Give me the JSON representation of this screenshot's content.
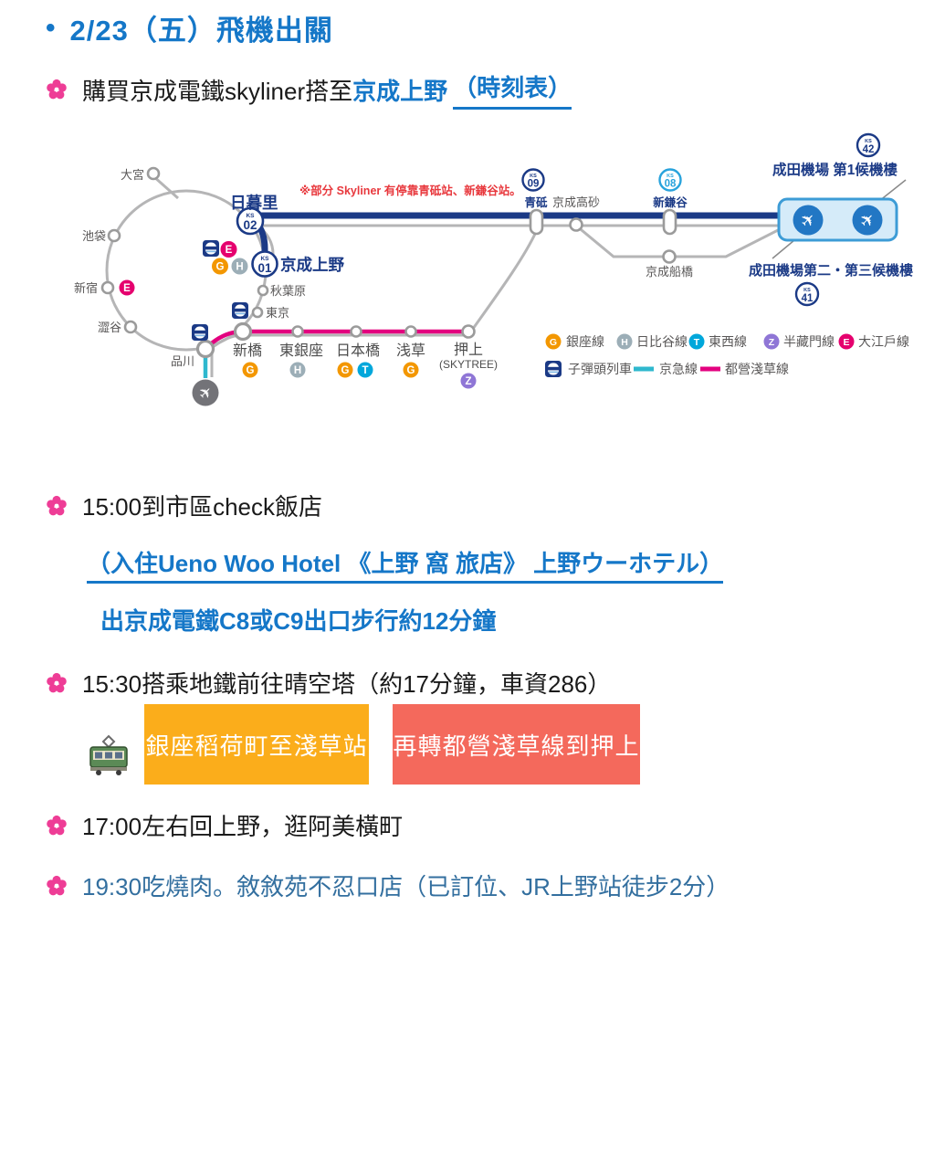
{
  "page": {
    "bullet": "•",
    "title": "2/23（五）飛機出關"
  },
  "rows": {
    "buy_prefix": "購買京成電鐵skyliner搭至",
    "buy_link": "京成上野",
    "buy_timetable": "（時刻表）",
    "checkin": "15:00到市區check飯店",
    "hotel": "（入住Ueno Woo Hotel 《上野 窩 旅店》 上野ウーホテル）",
    "exit": "出京成電鐵C8或C9出口步行約12分鐘",
    "skytree": "15:30搭乘地鐵前往晴空塔（約17分鐘，車資286）",
    "transfer_box1": "銀座稻荷町至淺草站",
    "transfer_box2": "再轉都營淺草線到押上",
    "ameyoko": "17:00左右回上野，逛阿美橫町",
    "dinner": "19:30吃燒肉。敘敘苑不忍口店（已訂位、JR上野站徒步2分）"
  },
  "map": {
    "note": "※部分 Skyliner 有停靠青砥站、新鎌谷站。",
    "ks": "KS",
    "badges": {
      "ks01": "01",
      "ks02": "02",
      "ks08": "08",
      "ks09": "09",
      "ks41": "41",
      "ks42": "42"
    },
    "lines": {
      "g": "G",
      "h": "H",
      "t": "T",
      "z": "Z",
      "e": "E"
    },
    "stations": {
      "omiya": "大宮",
      "ikebukuro": "池袋",
      "shinjuku": "新宿",
      "shibuya": "澀谷",
      "shinagawa": "品川",
      "nippori": "日暮里",
      "keisei_ueno": "京成上野",
      "akihabara": "秋葉原",
      "tokyo": "東京",
      "shimbashi": "新橋",
      "higashi_ginza": "東銀座",
      "nihombashi": "日本橋",
      "asakusa": "浅草",
      "oshiage": "押上",
      "skytree": "(SKYTREE)",
      "aoto": "青砥",
      "takasago": "京成高砂",
      "shin_kamagaya": "新鎌谷",
      "funabashi": "京成船橋",
      "narita_t1": "成田機場 第1候機樓",
      "narita_t23": "成田機場第二・第三候機樓"
    },
    "legend": {
      "ginza": "銀座線",
      "hibiya": "日比谷線",
      "tozai": "東西線",
      "hanzomon": "半藏門線",
      "oedo": "大江戶線",
      "shinkansen": "子彈頭列車",
      "keikyu": "京急線",
      "toei_asakusa": "都營淺草線"
    },
    "colors": {
      "skyliner_blue": "#1b3a86",
      "line_gray": "#b5b5b6",
      "asakusa_pink": "#e3007f",
      "keikyu_cyan": "#2fb8ce",
      "ginza_orange": "#f39700",
      "hibiya_silver": "#9caeb7",
      "tozai_sky": "#00a7db",
      "hanzomon_purple": "#8f76d6",
      "oedo_magenta": "#e5006e",
      "ks08_blue": "#29a3dc",
      "note_red": "#e8383d",
      "doc_blue": "#1577C8",
      "box_orange": "#FBAD1B",
      "box_red": "#F4695C",
      "flower_pink": "#EE3D96"
    }
  },
  "icons": {
    "plane": "✈"
  }
}
